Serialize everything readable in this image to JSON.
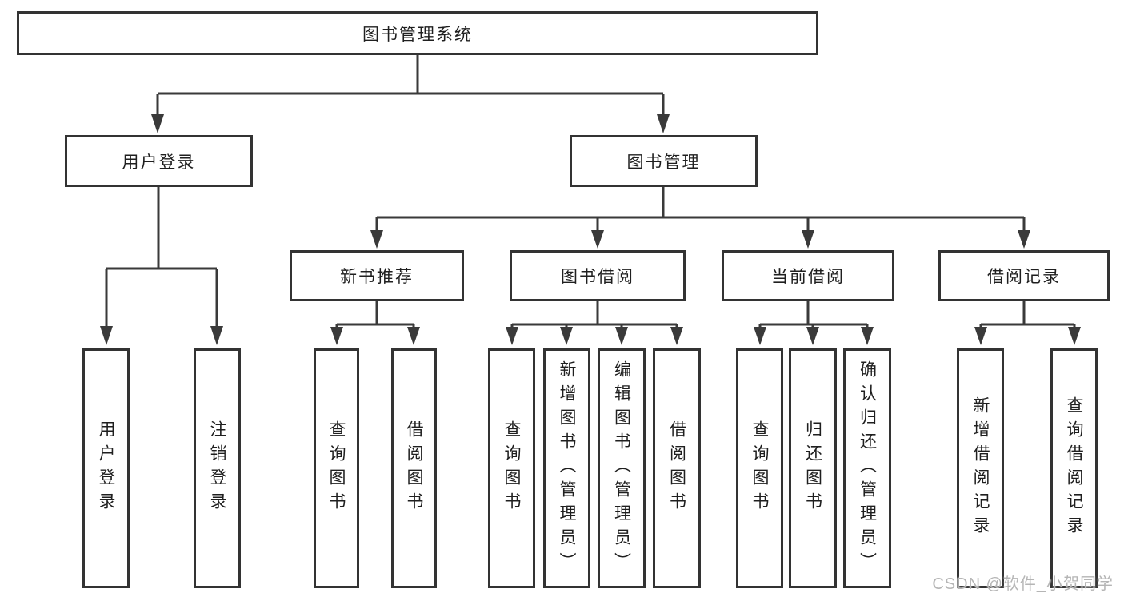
{
  "tree": {
    "label": "图书管理系统",
    "children": [
      {
        "label": "用户登录",
        "children": [
          {
            "label": "用户登录"
          },
          {
            "label": "注销登录"
          }
        ]
      },
      {
        "label": "图书管理",
        "children": [
          {
            "label": "新书推荐",
            "children": [
              {
                "label": "查询图书"
              },
              {
                "label": "借阅图书"
              }
            ]
          },
          {
            "label": "图书借阅",
            "children": [
              {
                "label": "查询图书"
              },
              {
                "label": "新增图书（管理员）"
              },
              {
                "label": "编辑图书（管理员）"
              },
              {
                "label": "借阅图书"
              }
            ]
          },
          {
            "label": "当前借阅",
            "children": [
              {
                "label": "查询图书"
              },
              {
                "label": "归还图书"
              },
              {
                "label": "确认归还（管理员）"
              }
            ]
          },
          {
            "label": "借阅记录",
            "children": [
              {
                "label": "新增借阅记录"
              },
              {
                "label": "查询借阅记录"
              }
            ]
          }
        ]
      }
    ]
  },
  "watermark": {
    "text": "CSDN @软件_小贺同学"
  },
  "colors": {
    "box_border": "#333333",
    "connector": "#3a3a3a",
    "text": "#1f1f1f",
    "watermark": "#b5b5b5",
    "background": "#ffffff"
  }
}
